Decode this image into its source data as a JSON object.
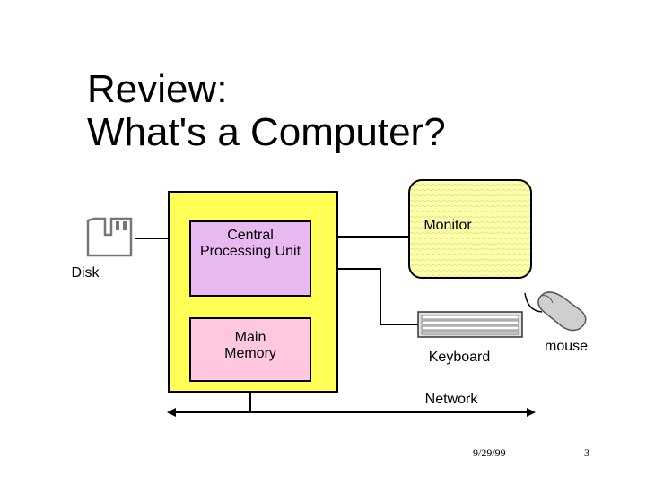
{
  "slide": {
    "title_line1": "Review:",
    "title_line2": "What's a Computer?",
    "date": "9/29/99",
    "page_number": "3"
  },
  "diagram": {
    "disk_label": "Disk",
    "cpu_label": "Central Processing Unit",
    "memory_label": "Main Memory",
    "monitor_label": "Monitor",
    "keyboard_label": "Keyboard",
    "mouse_label": "mouse",
    "network_label": "Network"
  },
  "colors": {
    "computer_box": "#ffff55",
    "cpu_box": "#e8b8f0",
    "memory_box": "#ffc8e0",
    "monitor_screen": "#ffffa8",
    "mouse_body": "#cfcfcf"
  }
}
